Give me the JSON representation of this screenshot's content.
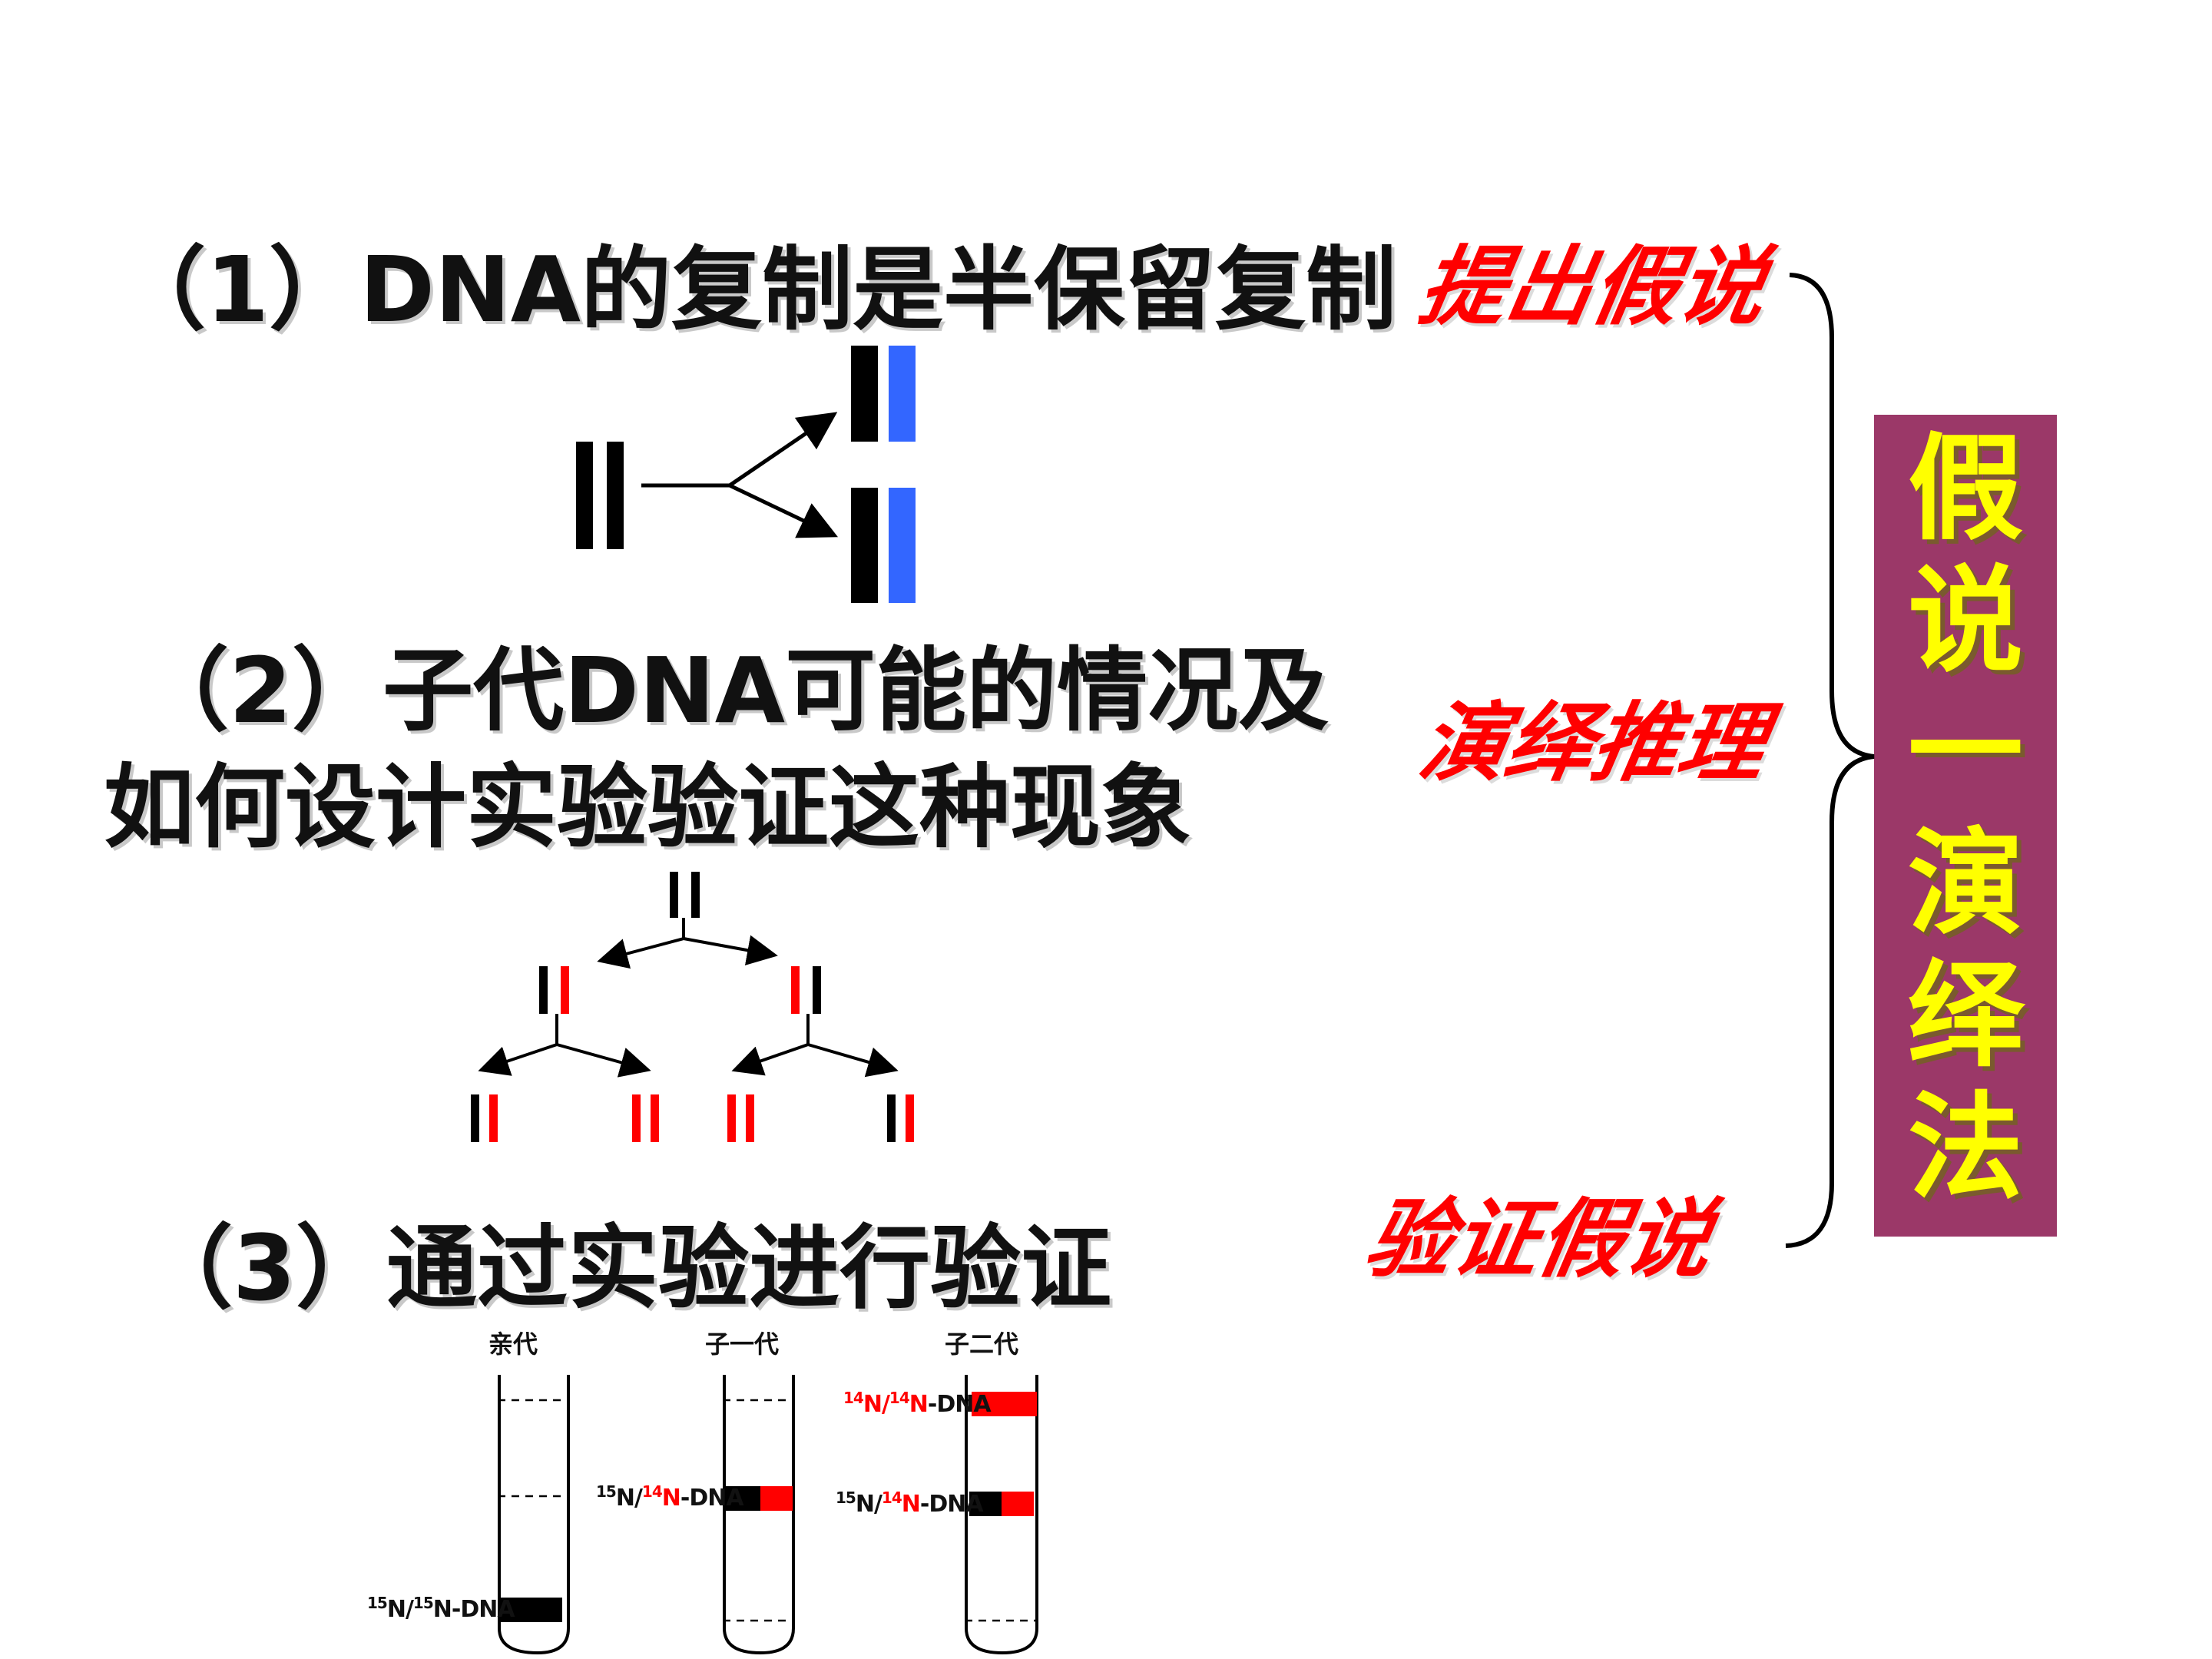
{
  "headings": {
    "h1": "（1）DNA的复制是半保留复制",
    "h2_line1": "（2）子代DNA可能的情况及",
    "h2_line2": "如何设计实验验证这种现象",
    "h3": "（3）通过实验进行验证"
  },
  "labels": {
    "propose": "提出假说",
    "deduce": "演绎推理",
    "verify": "验证假说"
  },
  "method": [
    "假",
    "说",
    "一",
    "演",
    "绎",
    "法"
  ],
  "tubes": {
    "parent": {
      "title": "亲代",
      "band_main": "N/",
      "band_sup1": "15",
      "band_sup2": "15",
      "band_suffix": "N-DNA"
    },
    "f1": {
      "title": "子一代"
    },
    "f2": {
      "title": "子二代"
    }
  },
  "band_labels": {
    "p_a": "15",
    "p_b": "N/",
    "p_c": "15",
    "p_d": "N-DNA",
    "f1_a": "15",
    "f1_b": "N/",
    "f1_c": "14",
    "f1_d": "N",
    "f1_e": "-DNA",
    "f2top_a": "14",
    "f2top_b": "N/",
    "f2top_c": "14",
    "f2top_d": "N",
    "f2top_e": "-DNA",
    "f2bot_a": "15",
    "f2bot_b": "N/",
    "f2bot_c": "14",
    "f2bot_d": "N",
    "f2bot_e": "-DNA"
  },
  "colors": {
    "strand_black": "#000000",
    "strand_blue": "#3366ff",
    "strand_red": "#ff0000",
    "label_red": "#ff0000",
    "method_bg": "#9b3868",
    "method_text": "#ffff00"
  }
}
